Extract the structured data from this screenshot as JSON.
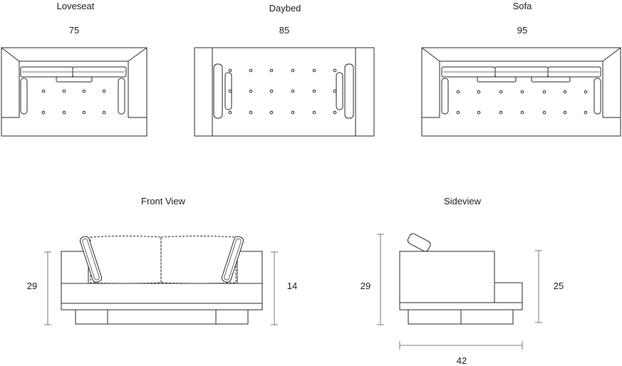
{
  "views": {
    "loveseat": {
      "title": "Loveseat",
      "width": "75"
    },
    "daybed": {
      "title": "Daybed",
      "width": "85"
    },
    "sofa": {
      "title": "Sofa",
      "width": "95"
    },
    "front": {
      "title": "Front View",
      "height_left": "29",
      "height_right": "14"
    },
    "side": {
      "title": "Sideview",
      "height_left": "29",
      "height_right": "25",
      "depth": "42"
    }
  }
}
